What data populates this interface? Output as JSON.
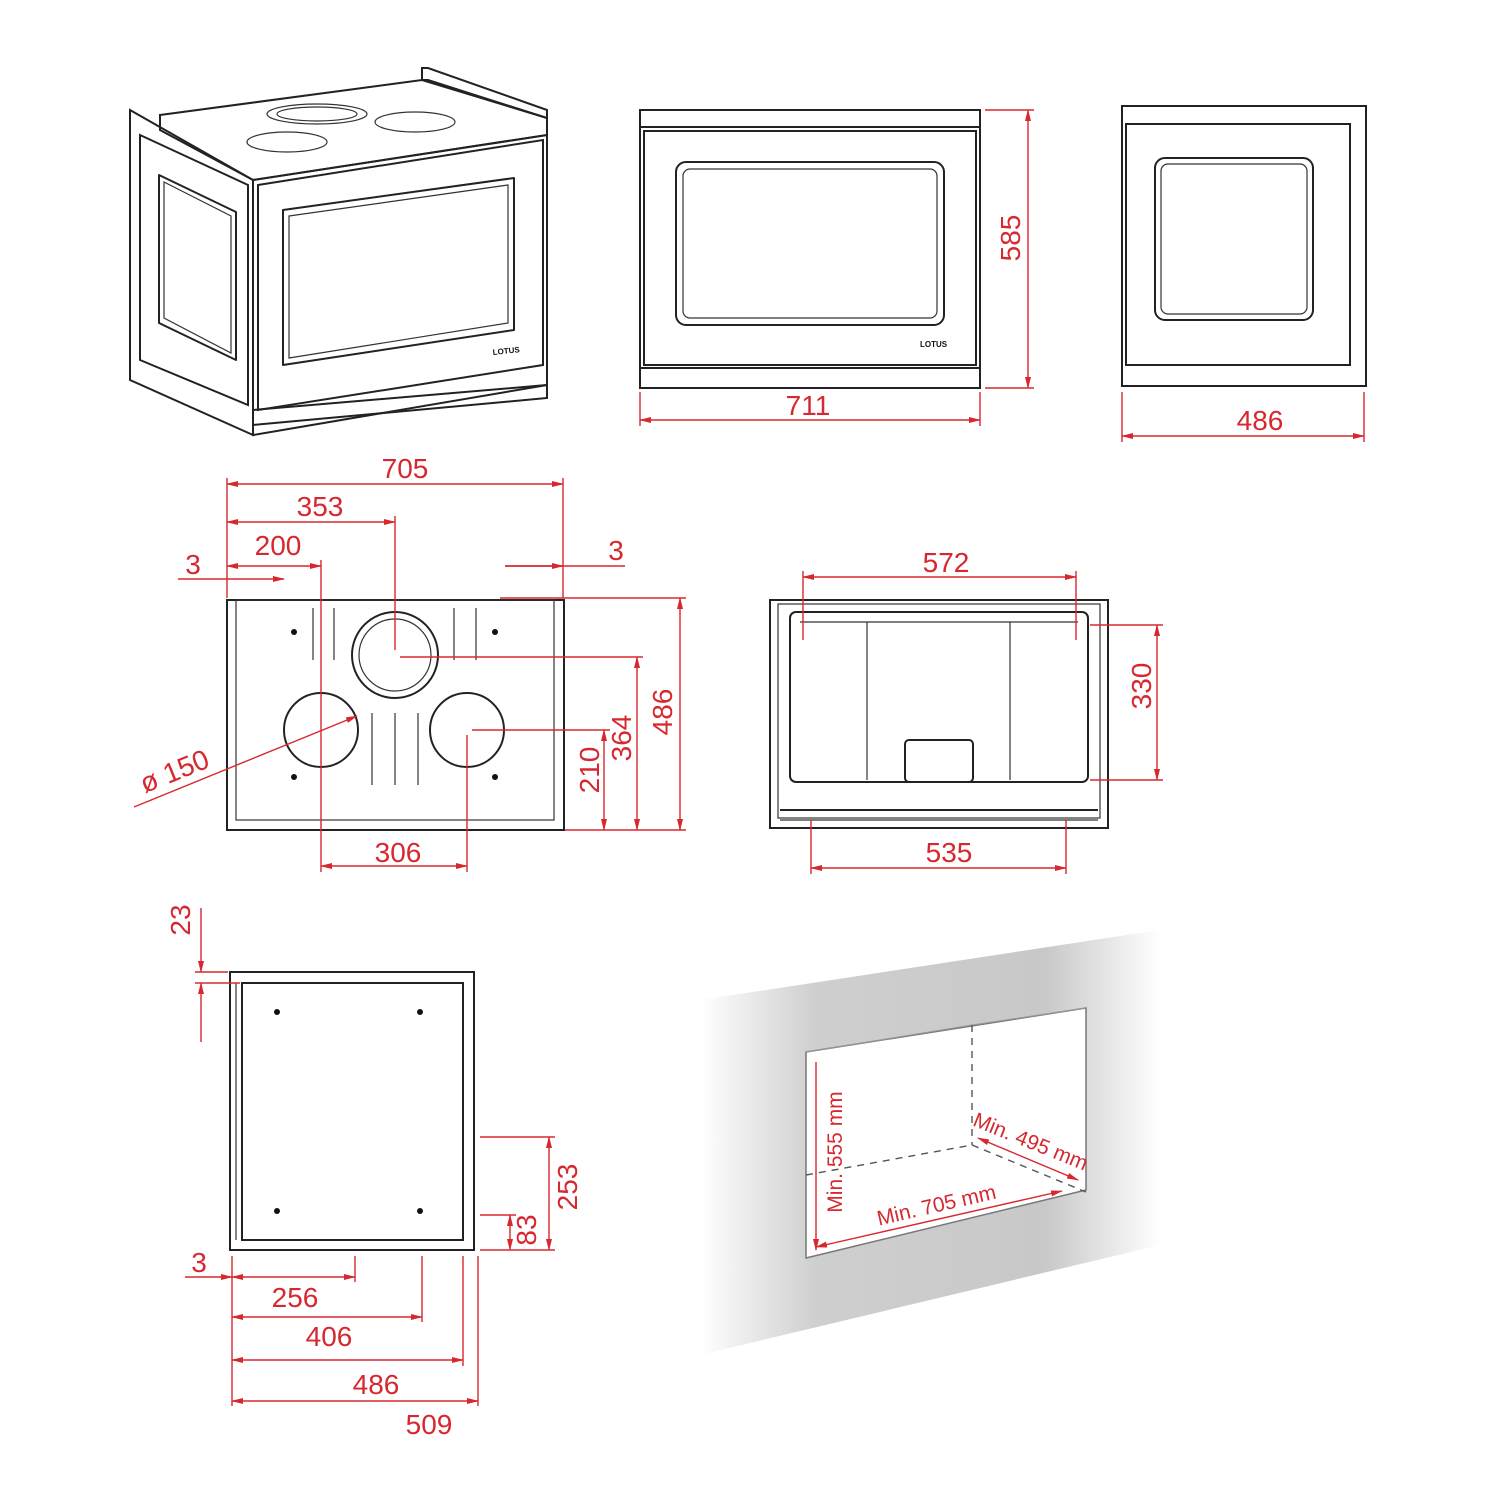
{
  "brand_logo": "LOTUS",
  "front_view": {
    "height": "585",
    "width": "711"
  },
  "side_view": {
    "depth": "486"
  },
  "top_view": {
    "width": "705",
    "center_offset": "353",
    "flue_offset": "200",
    "margin_left": "3",
    "margin_right": "3",
    "depth": "486",
    "center_depth": "364",
    "flue_depth": "210",
    "flue_spacing": "306",
    "flue_diameter": "ø 150"
  },
  "rear_view": {
    "top_width": "572",
    "height": "330",
    "bottom_width": "535"
  },
  "bottom_side_view": {
    "top_offset": "23",
    "height_253": "253",
    "height_83": "83",
    "margin": "3",
    "d256": "256",
    "d406": "406",
    "d486": "486",
    "d509": "509"
  },
  "wall_opening": {
    "min_height": "Min. 555 mm",
    "min_width": "Min. 705 mm",
    "min_depth": "Min. 495 mm"
  },
  "colors": {
    "dimension": "#d7282f",
    "line": "#222222"
  }
}
